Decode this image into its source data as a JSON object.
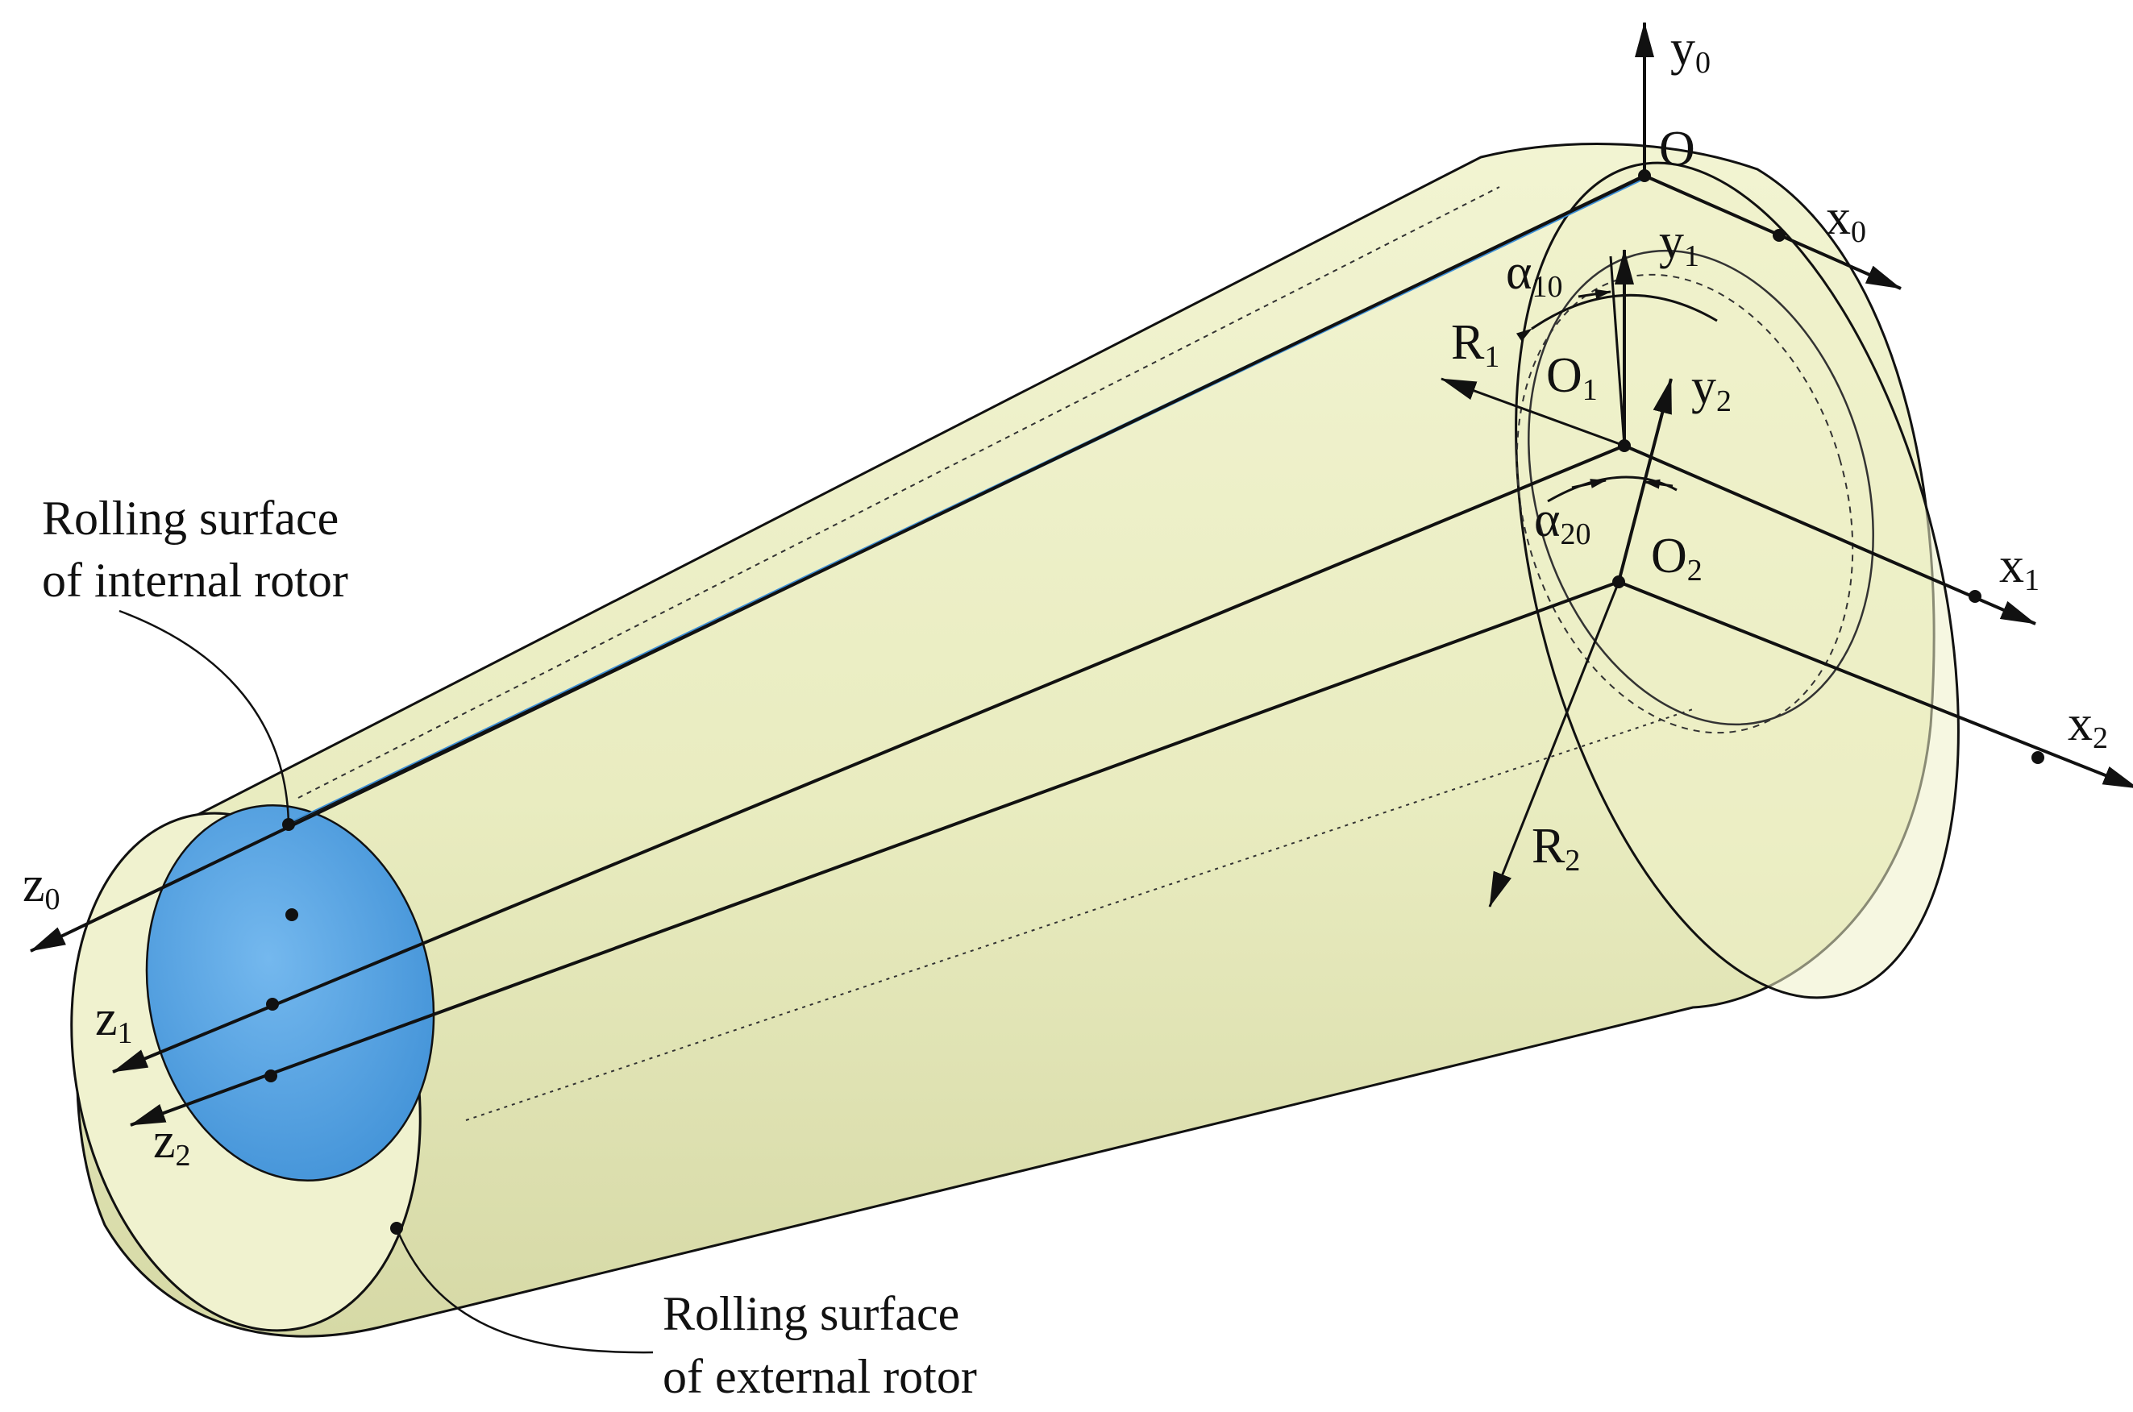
{
  "labels": {
    "y0": "y",
    "y0_sub": "0",
    "O": "O",
    "x0": "x",
    "x0_sub": "0",
    "y1": "y",
    "y1_sub": "1",
    "alpha10": "α",
    "alpha10_sub": "10",
    "R1": "R",
    "R1_sub": "1",
    "O1": "O",
    "O1_sub": "1",
    "y2": "y",
    "y2_sub": "2",
    "alpha20": "α",
    "alpha20_sub": "20",
    "O2": "O",
    "O2_sub": "2",
    "x1": "x",
    "x1_sub": "1",
    "x2": "x",
    "x2_sub": "2",
    "R2": "R",
    "R2_sub": "2",
    "z0": "z",
    "z0_sub": "0",
    "z1": "z",
    "z1_sub": "1",
    "z2": "z",
    "z2_sub": "2"
  },
  "callouts": {
    "internal_line1": "Rolling surface",
    "internal_line2": "of internal rotor",
    "external_line1": "Rolling surface",
    "external_line2": "of external rotor"
  },
  "colors": {
    "body_fill": "#eef0c6",
    "body_shade": "#dfe2b4",
    "inner_blue": "#5aa7e6",
    "line": "#111111"
  }
}
